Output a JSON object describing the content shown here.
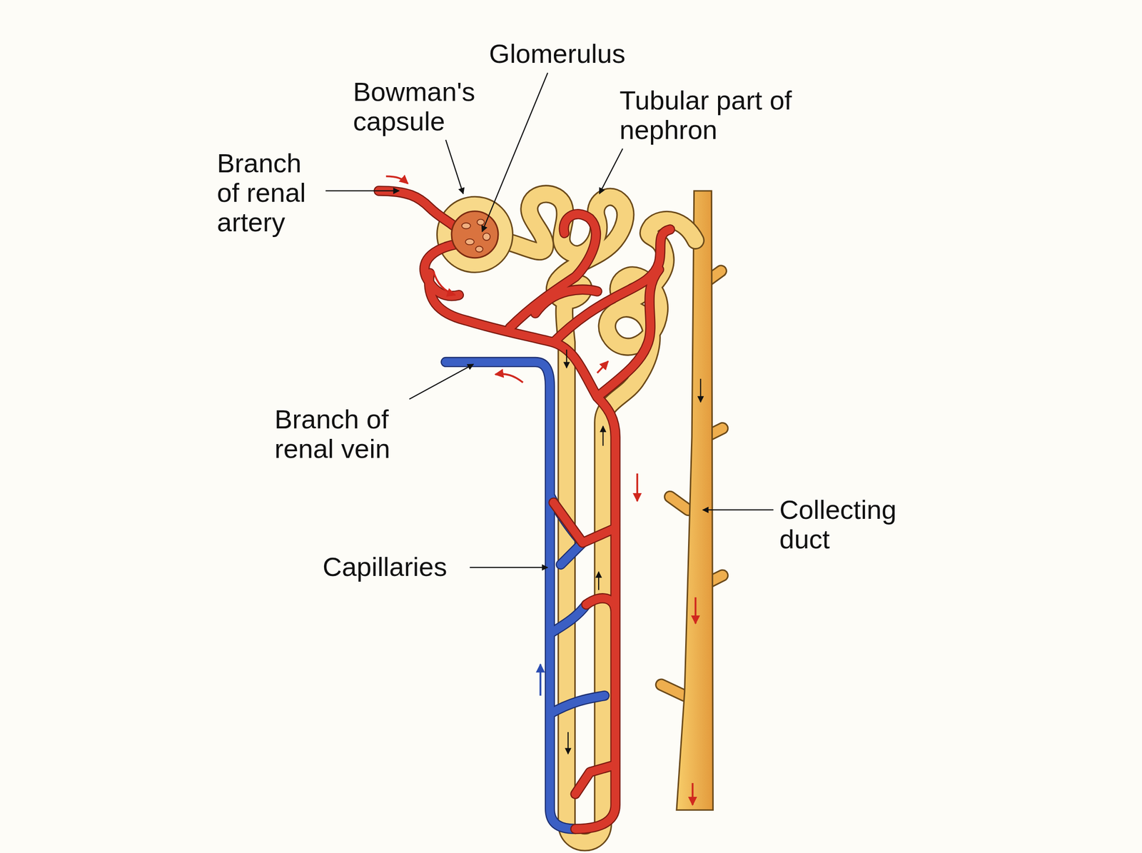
{
  "diagram": {
    "labels": [
      "Glomerulus",
      "Bowman's capsule",
      "Tubular part of nephron",
      "Branch of renal artery",
      "Branch of renal vein",
      "Collecting duct",
      "Capillaries"
    ]
  }
}
